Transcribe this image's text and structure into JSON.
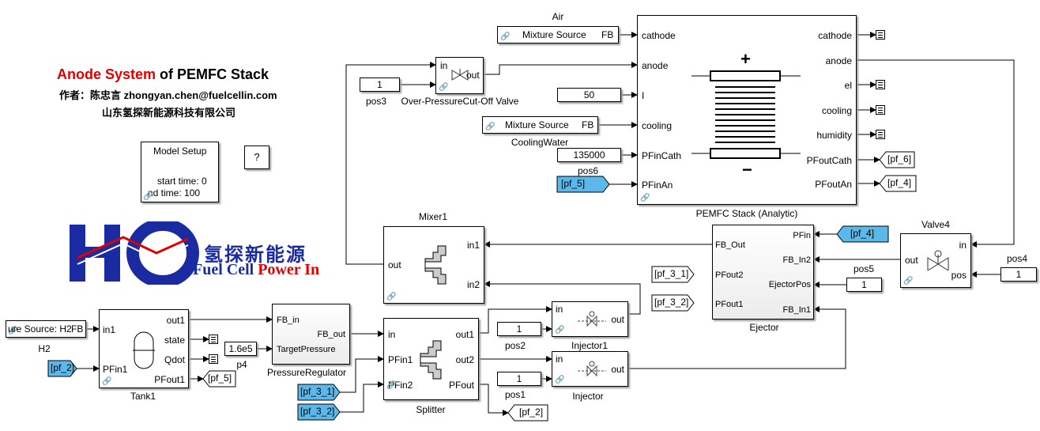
{
  "header": {
    "title_red": "Anode System",
    "title_rest": " of PEMFC Stack",
    "author": "作者：陈忠言 zhongyan.chen@fuelcellin.com",
    "company": "山东氢探新能源科技有限公司"
  },
  "logo": {
    "cn_text": "氢探新能源",
    "en_part1": "Fuel Cell ",
    "en_part2": "Power In",
    "colors": {
      "blue": "#1a2aa0",
      "red": "#e00000"
    }
  },
  "model_setup": {
    "title": "Model Setup",
    "line1": "start time: 0",
    "line2": "nd time: 100"
  },
  "help_button": {
    "label": "?"
  },
  "sources": {
    "air": {
      "inner": "Mixture Source",
      "suffix": "FB",
      "caption": "Air"
    },
    "cooling_water": {
      "inner": "Mixture Source",
      "suffix": "FB",
      "caption": "CoolingWater"
    },
    "h2": {
      "inner": "ure Source: H2",
      "suffix": "FB",
      "caption": "H2"
    }
  },
  "constants": {
    "pos3": {
      "value": "1",
      "caption": "pos3"
    },
    "current": {
      "value": "50"
    },
    "pos6": {
      "value": "135000",
      "caption": "pos6"
    },
    "p4": {
      "value": "1.6e5",
      "caption": "p4"
    },
    "pos2": {
      "value": "1",
      "caption": "pos2"
    },
    "pos1": {
      "value": "1",
      "caption": "pos1"
    },
    "pos5": {
      "value": "1",
      "caption": "pos5"
    },
    "pos4": {
      "value": "1",
      "caption": "pos4"
    }
  },
  "tags": {
    "pf_5_in": "[pf_5]",
    "pf_6": "[pf_6]",
    "pf_4_out": "[pf_4]",
    "pf_4_in": "[pf_4]",
    "pf_3_1_out": "[pf_3_1]",
    "pf_3_2_out": "[pf_3_2]",
    "pf_2_in": "[pf_2]",
    "pf_5_out": "[pf_5]",
    "pf_3_1_in": "[pf_3_1]",
    "pf_3_2_in": "[pf_3_2]",
    "pf_2_out": "[pf_2]"
  },
  "blocks": {
    "valve_cutoff": {
      "caption": "Over-PressureCut-Off Valve",
      "ports": {
        "in": "in",
        "out": "out"
      }
    },
    "stack": {
      "caption": "PEMFC Stack (Analytic)",
      "inputs": [
        "cathode",
        "anode",
        "I",
        "cooling",
        "PFinCath",
        "PFinAn"
      ],
      "outputs": [
        "cathode",
        "anode",
        "el",
        "cooling",
        "humidity",
        "PFoutCath",
        "PFoutAn"
      ]
    },
    "mixer": {
      "caption": "Mixer1",
      "ports": {
        "in1": "in1",
        "in2": "in2",
        "out": "out"
      }
    },
    "ejector": {
      "caption": "Ejector",
      "ports": {
        "fb_out": "FB_Out",
        "pfout2": "PFout2",
        "pfout1": "PFout1",
        "pfin": "PFin",
        "fb_in2": "FB_In2",
        "ejectorpos": "EjectorPos",
        "fb_in1": "FB_In1"
      }
    },
    "valve4": {
      "caption": "Valve4",
      "ports": {
        "in": "in",
        "out": "out",
        "pos": "pos"
      }
    },
    "tank": {
      "caption": "Tank1",
      "ports": {
        "in1": "in1",
        "pfin1": "PFin1",
        "out1": "out1",
        "state": "state",
        "qdot": "Qdot",
        "pfout1": "PFout1"
      }
    },
    "regulator": {
      "caption": "PressureRegulator",
      "ports": {
        "fb_in": "FB_in",
        "fb_out": "FB_out",
        "target": "TargetPressure"
      }
    },
    "splitter": {
      "caption": "Splitter",
      "ports": {
        "in": "in",
        "pfin1": "PFin1",
        "pfin2": "PFin2",
        "out1": "out1",
        "out2": "out2",
        "pfout": "PFout"
      }
    },
    "injector1": {
      "caption": "Injector1",
      "ports": {
        "in": "in",
        "out": "out"
      }
    },
    "injector": {
      "caption": "Injector",
      "ports": {
        "in": "in",
        "out": "out"
      }
    }
  },
  "colors": {
    "tag_fill": "#5bb8ea",
    "accent_red": "#e00000",
    "brand_blue": "#1a2aa0"
  }
}
